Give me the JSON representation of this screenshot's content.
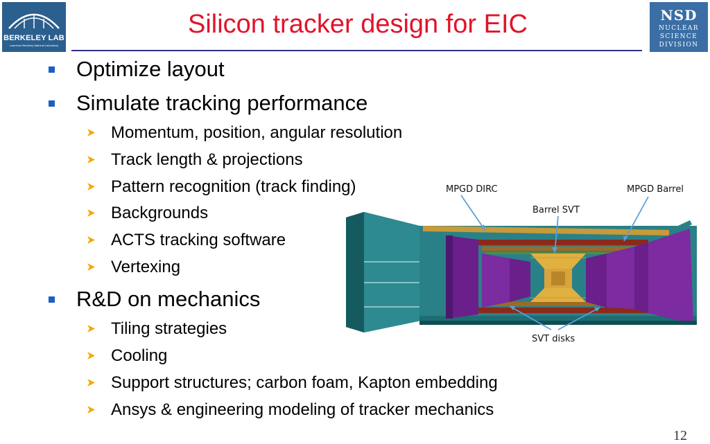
{
  "header": {
    "title": "Silicon tracker design for EIC",
    "left_logo": {
      "name": "BERKELEY LAB",
      "tagline": "Lawrence Berkeley National Laboratory"
    },
    "right_logo": {
      "abbr": "NSD",
      "line1": "NUCLEAR",
      "line2": "SCIENCE",
      "line3": "DIVISION"
    }
  },
  "bullets": [
    {
      "text": "Optimize layout",
      "sub": []
    },
    {
      "text": "Simulate tracking performance",
      "sub": [
        "Momentum, position, angular resolution",
        "Track length & projections",
        "Pattern recognition (track finding)",
        "Backgrounds",
        "ACTS tracking software",
        "Vertexing"
      ]
    },
    {
      "text": "R&D on mechanics",
      "sub": [
        "Tiling strategies",
        "Cooling",
        "Support structures; carbon foam, Kapton embedding",
        "Ansys & engineering modeling of tracker mechanics"
      ]
    }
  ],
  "figure": {
    "labels": {
      "mpgd_dirc": "MPGD DIRC",
      "mpgd_barrel": "MPGD Barrel",
      "barrel_svt": "Barrel SVT",
      "svt_disks": "SVT disks"
    }
  },
  "footer": {
    "page_number": "12"
  },
  "colors": {
    "title": "#e0142b",
    "rule": "#2e2f86",
    "bullet": "#1b5fc4",
    "arrow": "#f2a900"
  },
  "icons": {
    "level1": "blue-square-bullet",
    "level2": "orange-arrowhead-bullet"
  }
}
